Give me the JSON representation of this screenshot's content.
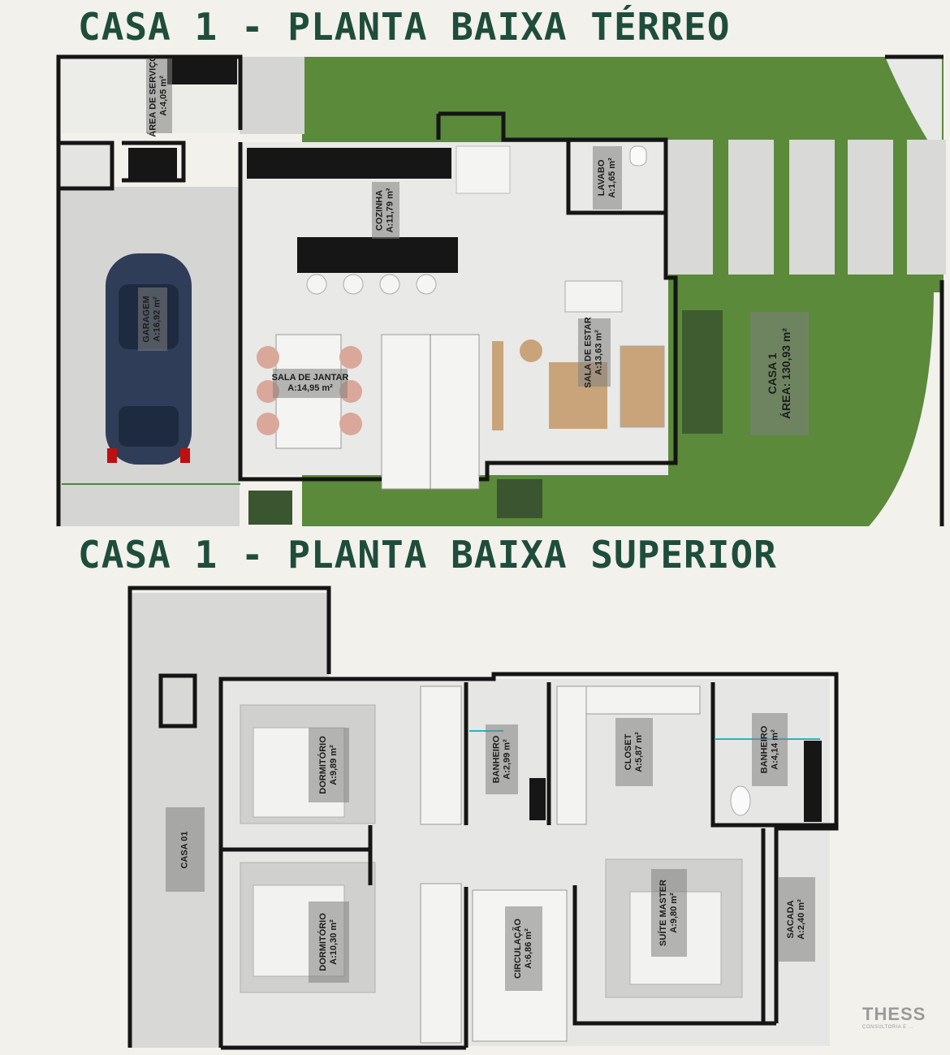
{
  "titles": {
    "ground": "CASA 1  - PLANTA BAIXA TÉRREO",
    "upper": "CASA 1  - PLANTA BAIXA SUPERIOR"
  },
  "ground_rooms": {
    "servico": {
      "name": "ÁREA DE SERVIÇO",
      "area": "A:4,05 m²"
    },
    "cozinha": {
      "name": "COZINHA",
      "area": "A:11,79 m²"
    },
    "lavabo": {
      "name": "LAVABO",
      "area": "A:1,65 m²"
    },
    "garagem": {
      "name": "GARAGEM",
      "area": "A:16,92 m²"
    },
    "jantar": {
      "name": "SALA DE JANTAR",
      "area": "A:14,95 m²"
    },
    "estar": {
      "name": "SALA DE ESTAR",
      "area": "A:13,63 m²"
    },
    "casa": {
      "name": "CASA 1",
      "area": "ÁREA: 130,93 m²"
    }
  },
  "upper_rooms": {
    "casa01": {
      "name": "CASA 01"
    },
    "dorm1": {
      "name": "DORMITÓRIO",
      "area": "A:9,89 m²"
    },
    "banheiro1": {
      "name": "BANHEIRO",
      "area": "A:2,99 m²"
    },
    "closet": {
      "name": "CLOSET",
      "area": "A:5,87 m²"
    },
    "banheiro2": {
      "name": "BANHEIRO",
      "area": "A:4,14 m²"
    },
    "dorm2": {
      "name": "DORMITÓRIO",
      "area": "A:10,30 m²"
    },
    "circulacao": {
      "name": "CIRCULAÇÃO",
      "area": "A:6,86 m²"
    },
    "suite": {
      "name": "SUÍTE MASTER",
      "area": "A:9,80 m²"
    },
    "sacada": {
      "name": "SACADA",
      "area": "A:2,40 m²"
    }
  },
  "brand": {
    "name": "THESS",
    "tagline": "CONSULTORIA E ..."
  },
  "colors": {
    "title": "#1f4d3c",
    "lawn": "#5a8a3a",
    "wall": "#151515",
    "floor": "#e6e6e4",
    "counter": "#161616"
  }
}
